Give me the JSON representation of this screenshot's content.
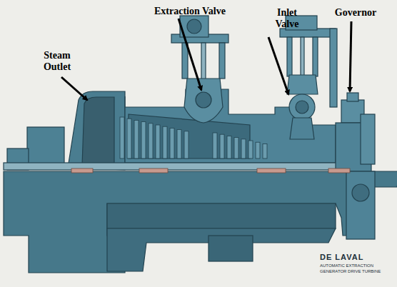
{
  "diagram": {
    "labels": [
      "Steam Outlet",
      "Extraction Valve",
      "Inlet Valve",
      "Governor",
      "DE LAVAL",
      "AUTOMATIC EXTRACTION GENERATOR DRIVE TURBINE"
    ]
  }
}
